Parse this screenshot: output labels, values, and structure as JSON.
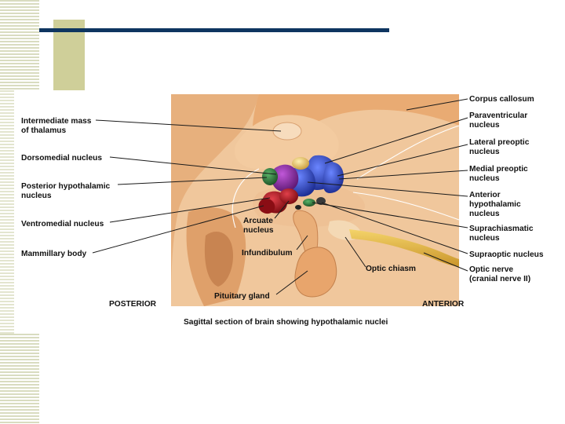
{
  "labels": {
    "intermediate_mass": [
      "Intermediate mass",
      "of thalamus"
    ],
    "dorsomedial": [
      "Dorsomedial nucleus"
    ],
    "posterior_hypothalamic": [
      "Posterior hypothalamic",
      "nucleus"
    ],
    "ventromedial": [
      "Ventromedial nucleus"
    ],
    "mammillary": [
      "Mammillary body"
    ],
    "arcuate": [
      "Arcuate",
      "nucleus"
    ],
    "infundibulum": [
      "Infundibulum"
    ],
    "pituitary": [
      "Pituitary gland"
    ],
    "posterior": [
      "POSTERIOR"
    ],
    "corpus_callosum": [
      "Corpus callosum"
    ],
    "paraventricular": [
      "Paraventricular",
      "nucleus"
    ],
    "lateral_preoptic": [
      "Lateral preoptic",
      "nucleus"
    ],
    "medial_preoptic": [
      "Medial preoptic",
      "nucleus"
    ],
    "anterior_hypothalamic": [
      "Anterior",
      "hypothalamic",
      "nucleus"
    ],
    "suprachiasmatic": [
      "Suprachiasmatic",
      "nucleus"
    ],
    "supraoptic": [
      "Supraoptic nucleus"
    ],
    "optic_chiasm": [
      "Optic chiasm"
    ],
    "optic_nerve": [
      "Optic nerve",
      "(cranial nerve II)"
    ],
    "anterior": [
      "ANTERIOR"
    ]
  },
  "caption": "Sagittal section of brain showing hypothalamic nuclei",
  "colors": {
    "rule": "#0e3560",
    "olive_block": "#cfcf99",
    "tissue": "#eab887",
    "tissue_dark": "#d79560",
    "nucleus_blue": "#2b3fb8",
    "nucleus_red": "#b5121b",
    "nucleus_green": "#2f7d3a",
    "nucleus_purple": "#8a2aa0",
    "nucleus_yellow": "#e9c766"
  }
}
